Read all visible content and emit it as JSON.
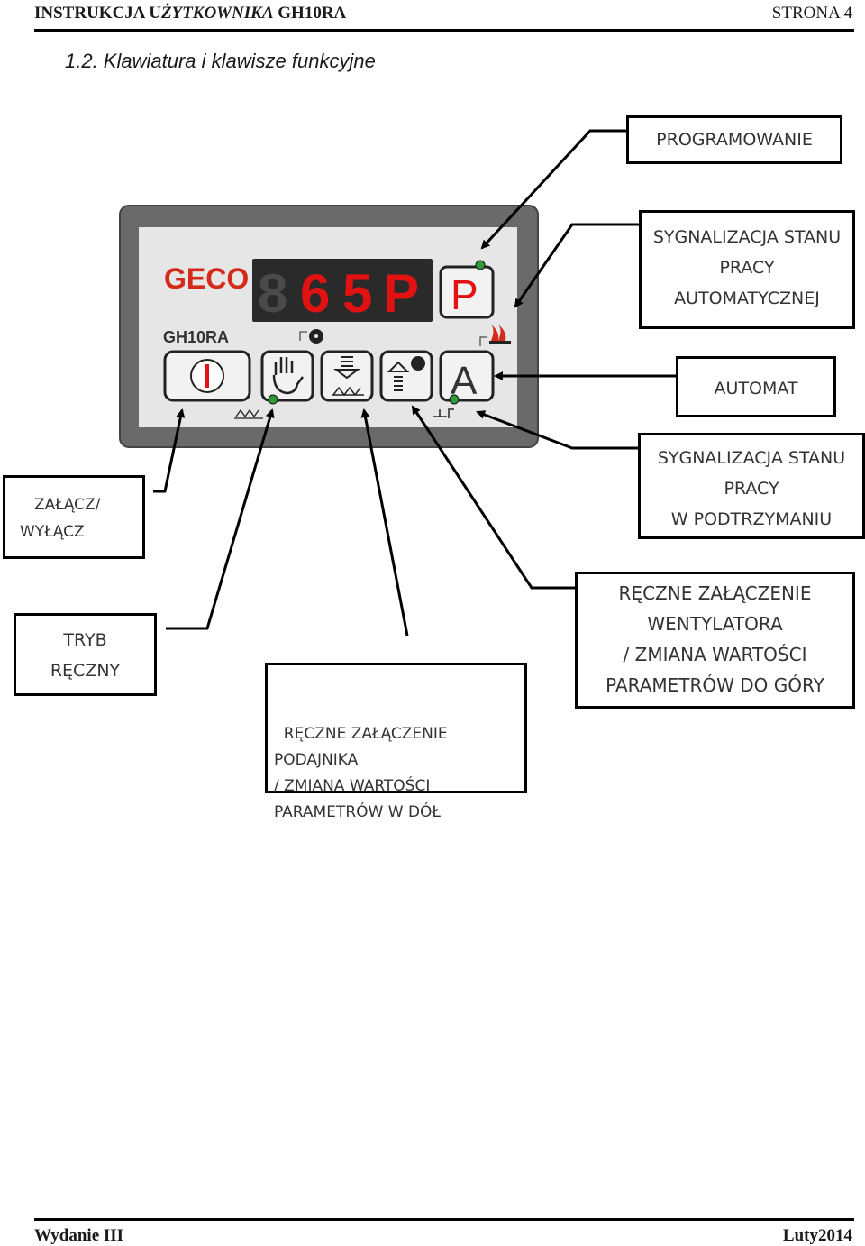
{
  "header": {
    "title_part1": "INSTRUKCJA U",
    "title_italic": "ŻYTKOWNIKA",
    "title_part2": " GH10RA",
    "page": "STRONA  4"
  },
  "section": {
    "title": "1.2.  Klawiatura i klawisze funkcyjne"
  },
  "device": {
    "brand": "GECO",
    "model": "GH10RA",
    "display": [
      "8",
      "6",
      "5",
      "P"
    ],
    "keys": {
      "p": "P",
      "power": "I",
      "auto": "A"
    }
  },
  "labels": {
    "programming": "PROGRAMOWANIE",
    "signal_auto": [
      "SYGNALIZACJA STANU",
      "PRACY",
      "AUTOMATYCZNEJ"
    ],
    "automat": "AUTOMAT",
    "signal_hold": [
      "SYGNALIZACJA STANU",
      "PRACY",
      "W PODTRZYMANIU"
    ],
    "on_off": [
      "ZAŁĄCZ/",
      "WYŁĄCZ"
    ],
    "manual": [
      "TRYB",
      "RĘCZNY"
    ],
    "fan": [
      "RĘCZNE ZAŁĄCZENIE",
      "WENTYLATORA",
      "/ ZMIANA WARTOŚCI",
      "PARAMETRÓW DO GÓRY"
    ],
    "feeder": [
      "  RĘCZNE ZAŁĄCZENIE",
      "PODAJNIKA",
      "/ ZMIANA WARTOŚCI",
      "PARAMETRÓW W DÓŁ"
    ]
  },
  "footer": {
    "edition": "Wydanie III",
    "date": "Luty2014"
  },
  "colors": {
    "segment": "#e31212",
    "led": "#2f9a3a",
    "logo": "#d42a1a"
  }
}
